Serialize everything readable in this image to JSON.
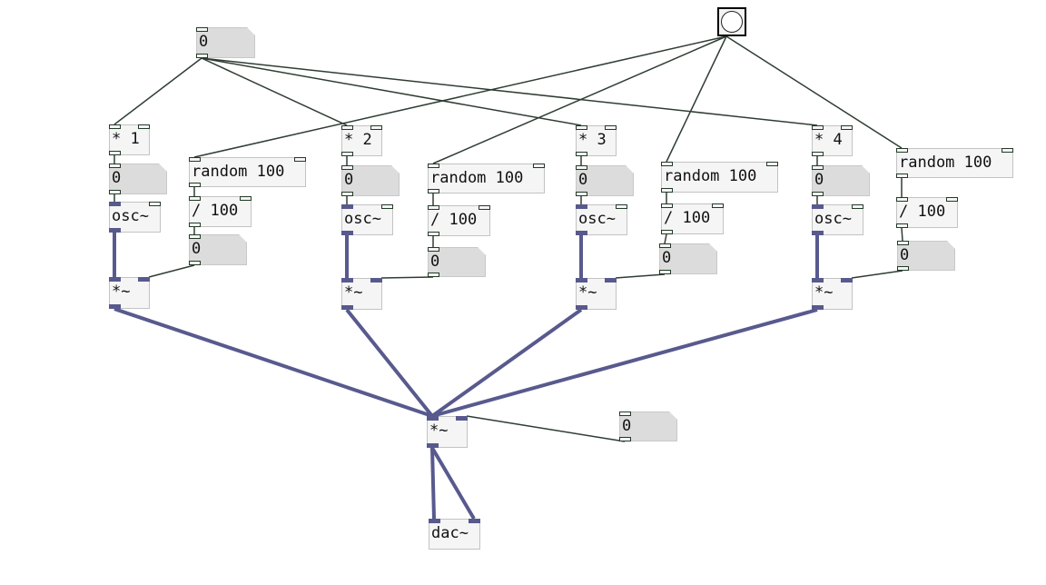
{
  "window": {
    "kind": "Pure Data patch canvas"
  },
  "colors": {
    "control_wire": "#2f3d33",
    "signal_wire": "#585a8e",
    "box_bg": "#f4f5f4",
    "number_bg": "#dcdcdc"
  },
  "bang": {
    "label": "bang",
    "icon": "bang-circle-icon"
  },
  "master_number": {
    "value": "0"
  },
  "voices": [
    {
      "mul": "* 1",
      "freq_num": "0",
      "osc": "osc~",
      "random": "random 100",
      "div": "/ 100",
      "amp_num": "0",
      "vca": "*~"
    },
    {
      "mul": "* 2",
      "freq_num": "0",
      "osc": "osc~",
      "random": "random 100",
      "div": "/ 100",
      "amp_num": "0",
      "vca": "*~"
    },
    {
      "mul": "* 3",
      "freq_num": "0",
      "osc": "osc~",
      "random": "random 100",
      "div": "/ 100",
      "amp_num": "0",
      "vca": "*~"
    },
    {
      "mul": "* 4",
      "freq_num": "0",
      "osc": "osc~",
      "random": "random 100",
      "div": "/ 100",
      "amp_num": "0",
      "vca": "*~"
    }
  ],
  "mixer": {
    "label": "*~"
  },
  "volume_number": {
    "value": "0"
  },
  "dac": {
    "label": "dac~"
  }
}
